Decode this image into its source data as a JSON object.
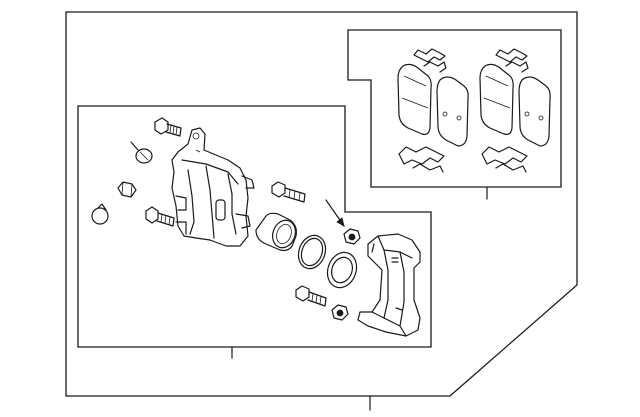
{
  "diagram": {
    "type": "exploded parts diagram",
    "background_color": "#ffffff",
    "line_color": "#1a1a1a",
    "panels": [
      "outer-assembly",
      "caliper-assembly",
      "pad-kit"
    ],
    "callouts": [
      "outer-assembly-callout",
      "caliper-assembly-callout",
      "pad-kit-callout",
      "hardware-arrow"
    ],
    "parts": [
      "guide-pin-bolt",
      "bleeder-cap",
      "bleeder-screw",
      "dust-boot-plug",
      "mounting-bolt",
      "caliper-housing",
      "slide-pin-bolt",
      "piston",
      "piston-seal",
      "dust-boot",
      "lock-nut",
      "caliper-bracket",
      "bracket-bolt",
      "bracket-nut",
      "shim-clip-left",
      "pad-inner-left",
      "pad-outer-left",
      "anti-rattle-clip-left",
      "shim-clip-right",
      "pad-inner-right",
      "pad-outer-right",
      "anti-rattle-clip-right"
    ]
  }
}
